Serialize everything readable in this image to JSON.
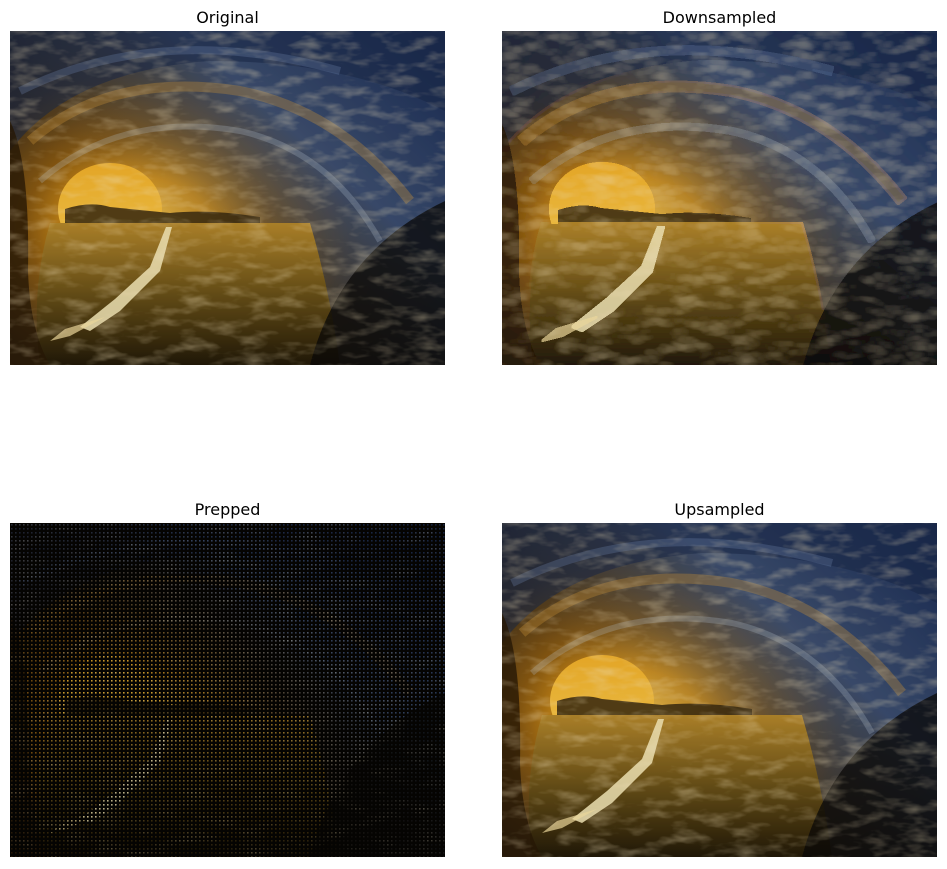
{
  "panels": [
    {
      "title": "Original"
    },
    {
      "title": "Downsampled"
    },
    {
      "title": "Prepped"
    },
    {
      "title": "Upsampled"
    }
  ],
  "image": {
    "subject": "wave tube barrel at sunset",
    "palette": {
      "sky": "#f1a51a",
      "sun": "#ffd25a",
      "sea": "#6b5218",
      "wave_gold": "#c88a2a",
      "wave_blue": "#2b3f66",
      "wave_deep": "#0d1424",
      "shadow": "#080604"
    }
  }
}
